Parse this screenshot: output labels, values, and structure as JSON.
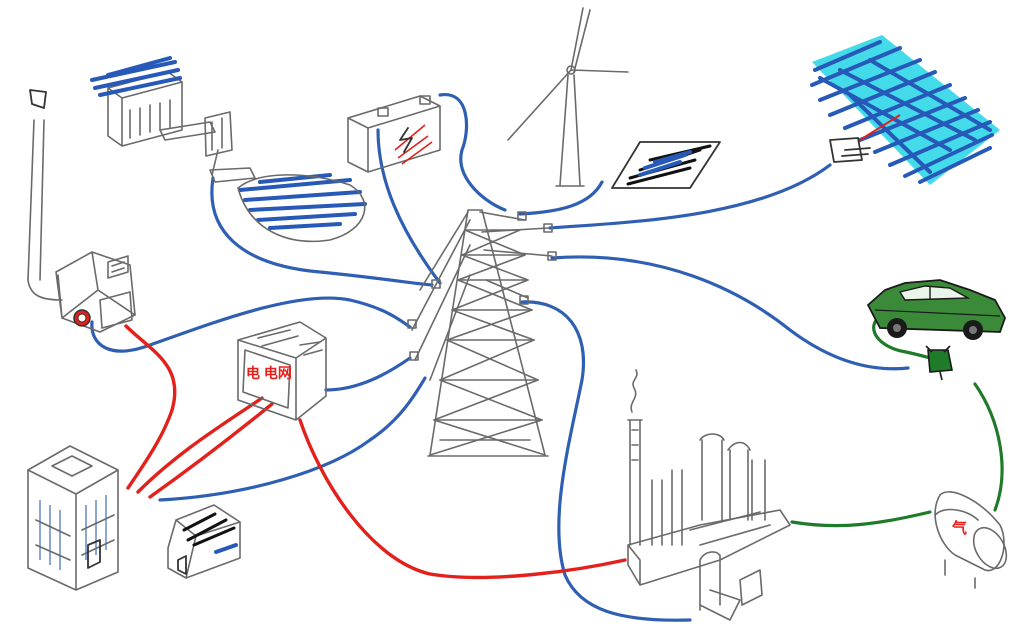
{
  "diagram": {
    "style": "hand-drawn sketch",
    "hub": "transmission-tower",
    "components": [
      {
        "name": "wind-turbine",
        "icon": "wind-turbine-icon"
      },
      {
        "name": "solar-panel-small",
        "icon": "solar-panel-icon"
      },
      {
        "name": "solar-panel-large",
        "icon": "solar-panel-icon"
      },
      {
        "name": "battery",
        "icon": "battery-icon"
      },
      {
        "name": "hydro-reservoir",
        "icon": "water-reservoir-icon"
      },
      {
        "name": "generator-chimney",
        "icon": "generator-icon"
      },
      {
        "name": "substation-box",
        "icon": "substation-icon",
        "label": "电 电网"
      },
      {
        "name": "office-building",
        "icon": "building-icon"
      },
      {
        "name": "house",
        "icon": "house-icon"
      },
      {
        "name": "factory",
        "icon": "factory-icon"
      },
      {
        "name": "electric-car",
        "icon": "electric-car-icon"
      },
      {
        "name": "charging-plug",
        "icon": "plug-icon"
      },
      {
        "name": "storage-tank",
        "icon": "tank-icon",
        "label": "气"
      }
    ],
    "colors": {
      "power_line": "#2f5fb3",
      "heat_line": "#e3201b",
      "gas_line": "#1f7a2a",
      "sketch": "#6a6a6a",
      "solar_fill": "#2659b8",
      "solar_edge": "#22d3e6",
      "car_body": "#2a7a2a"
    }
  }
}
